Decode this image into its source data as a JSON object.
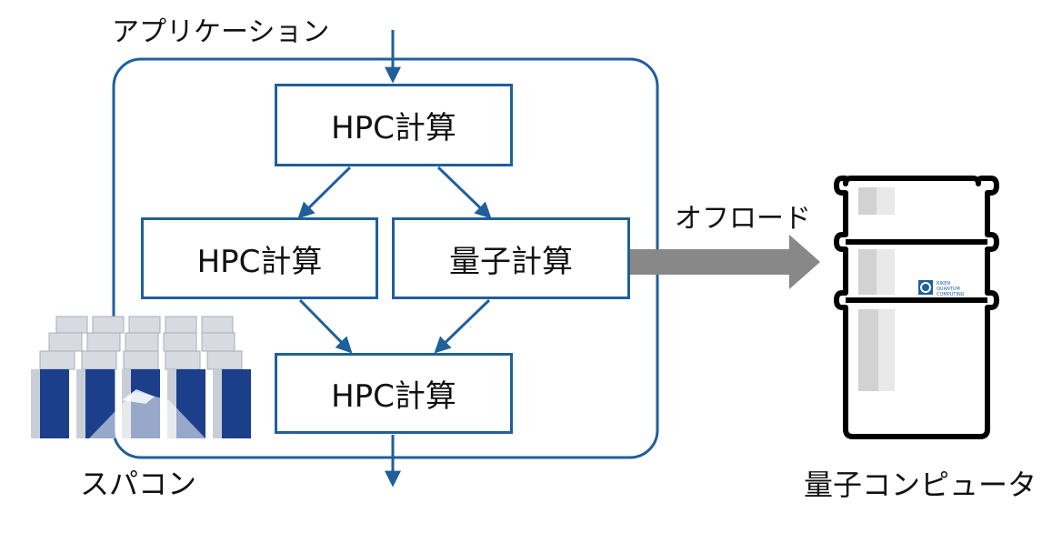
{
  "application_label": "アプリケーション",
  "supercomputer_label": "スパコン",
  "offload_label": "オフロード",
  "quantum_computer_label": "量子コンピュータ",
  "nodes": {
    "hpc_top": "HPC計算",
    "hpc_left": "HPC計算",
    "quantum": "量子計算",
    "hpc_bottom": "HPC計算"
  },
  "logo_text": [
    "RIKEN",
    "QUANTUM",
    "COMPUTING"
  ],
  "colors": {
    "primary_blue": "#1f5f9c",
    "offload_arrow": "#888888",
    "rack_blue": "#1b3f8a",
    "rack_grey": "#c9ced6"
  }
}
